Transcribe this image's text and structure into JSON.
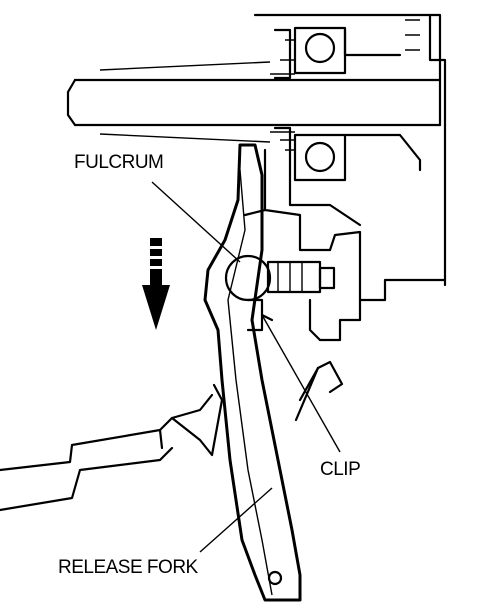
{
  "labels": {
    "fulcrum": "FULCRUM",
    "clip": "CLIP",
    "release_fork": "RELEASE FORK"
  }
}
